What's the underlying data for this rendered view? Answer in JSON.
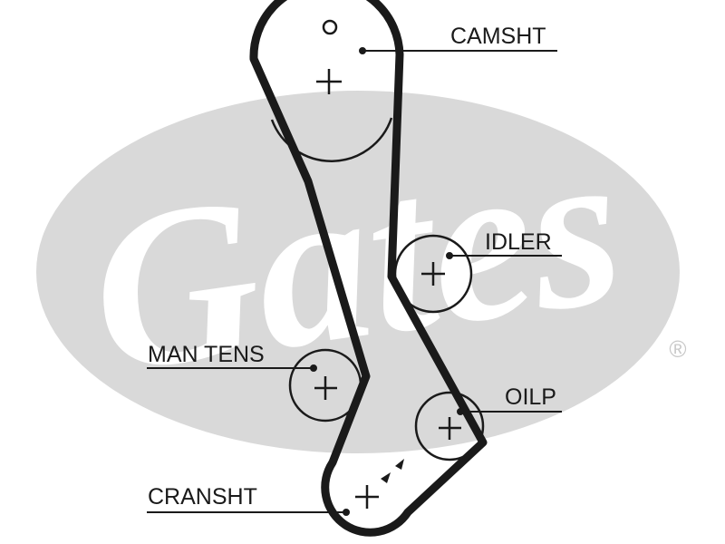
{
  "logo": {
    "text": "Gates",
    "registered": "®",
    "color": "#d9d9d9"
  },
  "colors": {
    "belt": "#1a1a1a",
    "line": "#1a1a1a",
    "text": "#1a1a1a"
  },
  "labels": {
    "camshaft": "CAMSHT",
    "idler": "IDLER",
    "manual_tensioner": "MAN TENS",
    "oil_pump": "OILP",
    "crankshaft": "CRANSHT"
  },
  "icons": {
    "pulley_center": "plus-cross",
    "timing_mark": "circle-mark",
    "rotation_direction": "arrowheads"
  }
}
